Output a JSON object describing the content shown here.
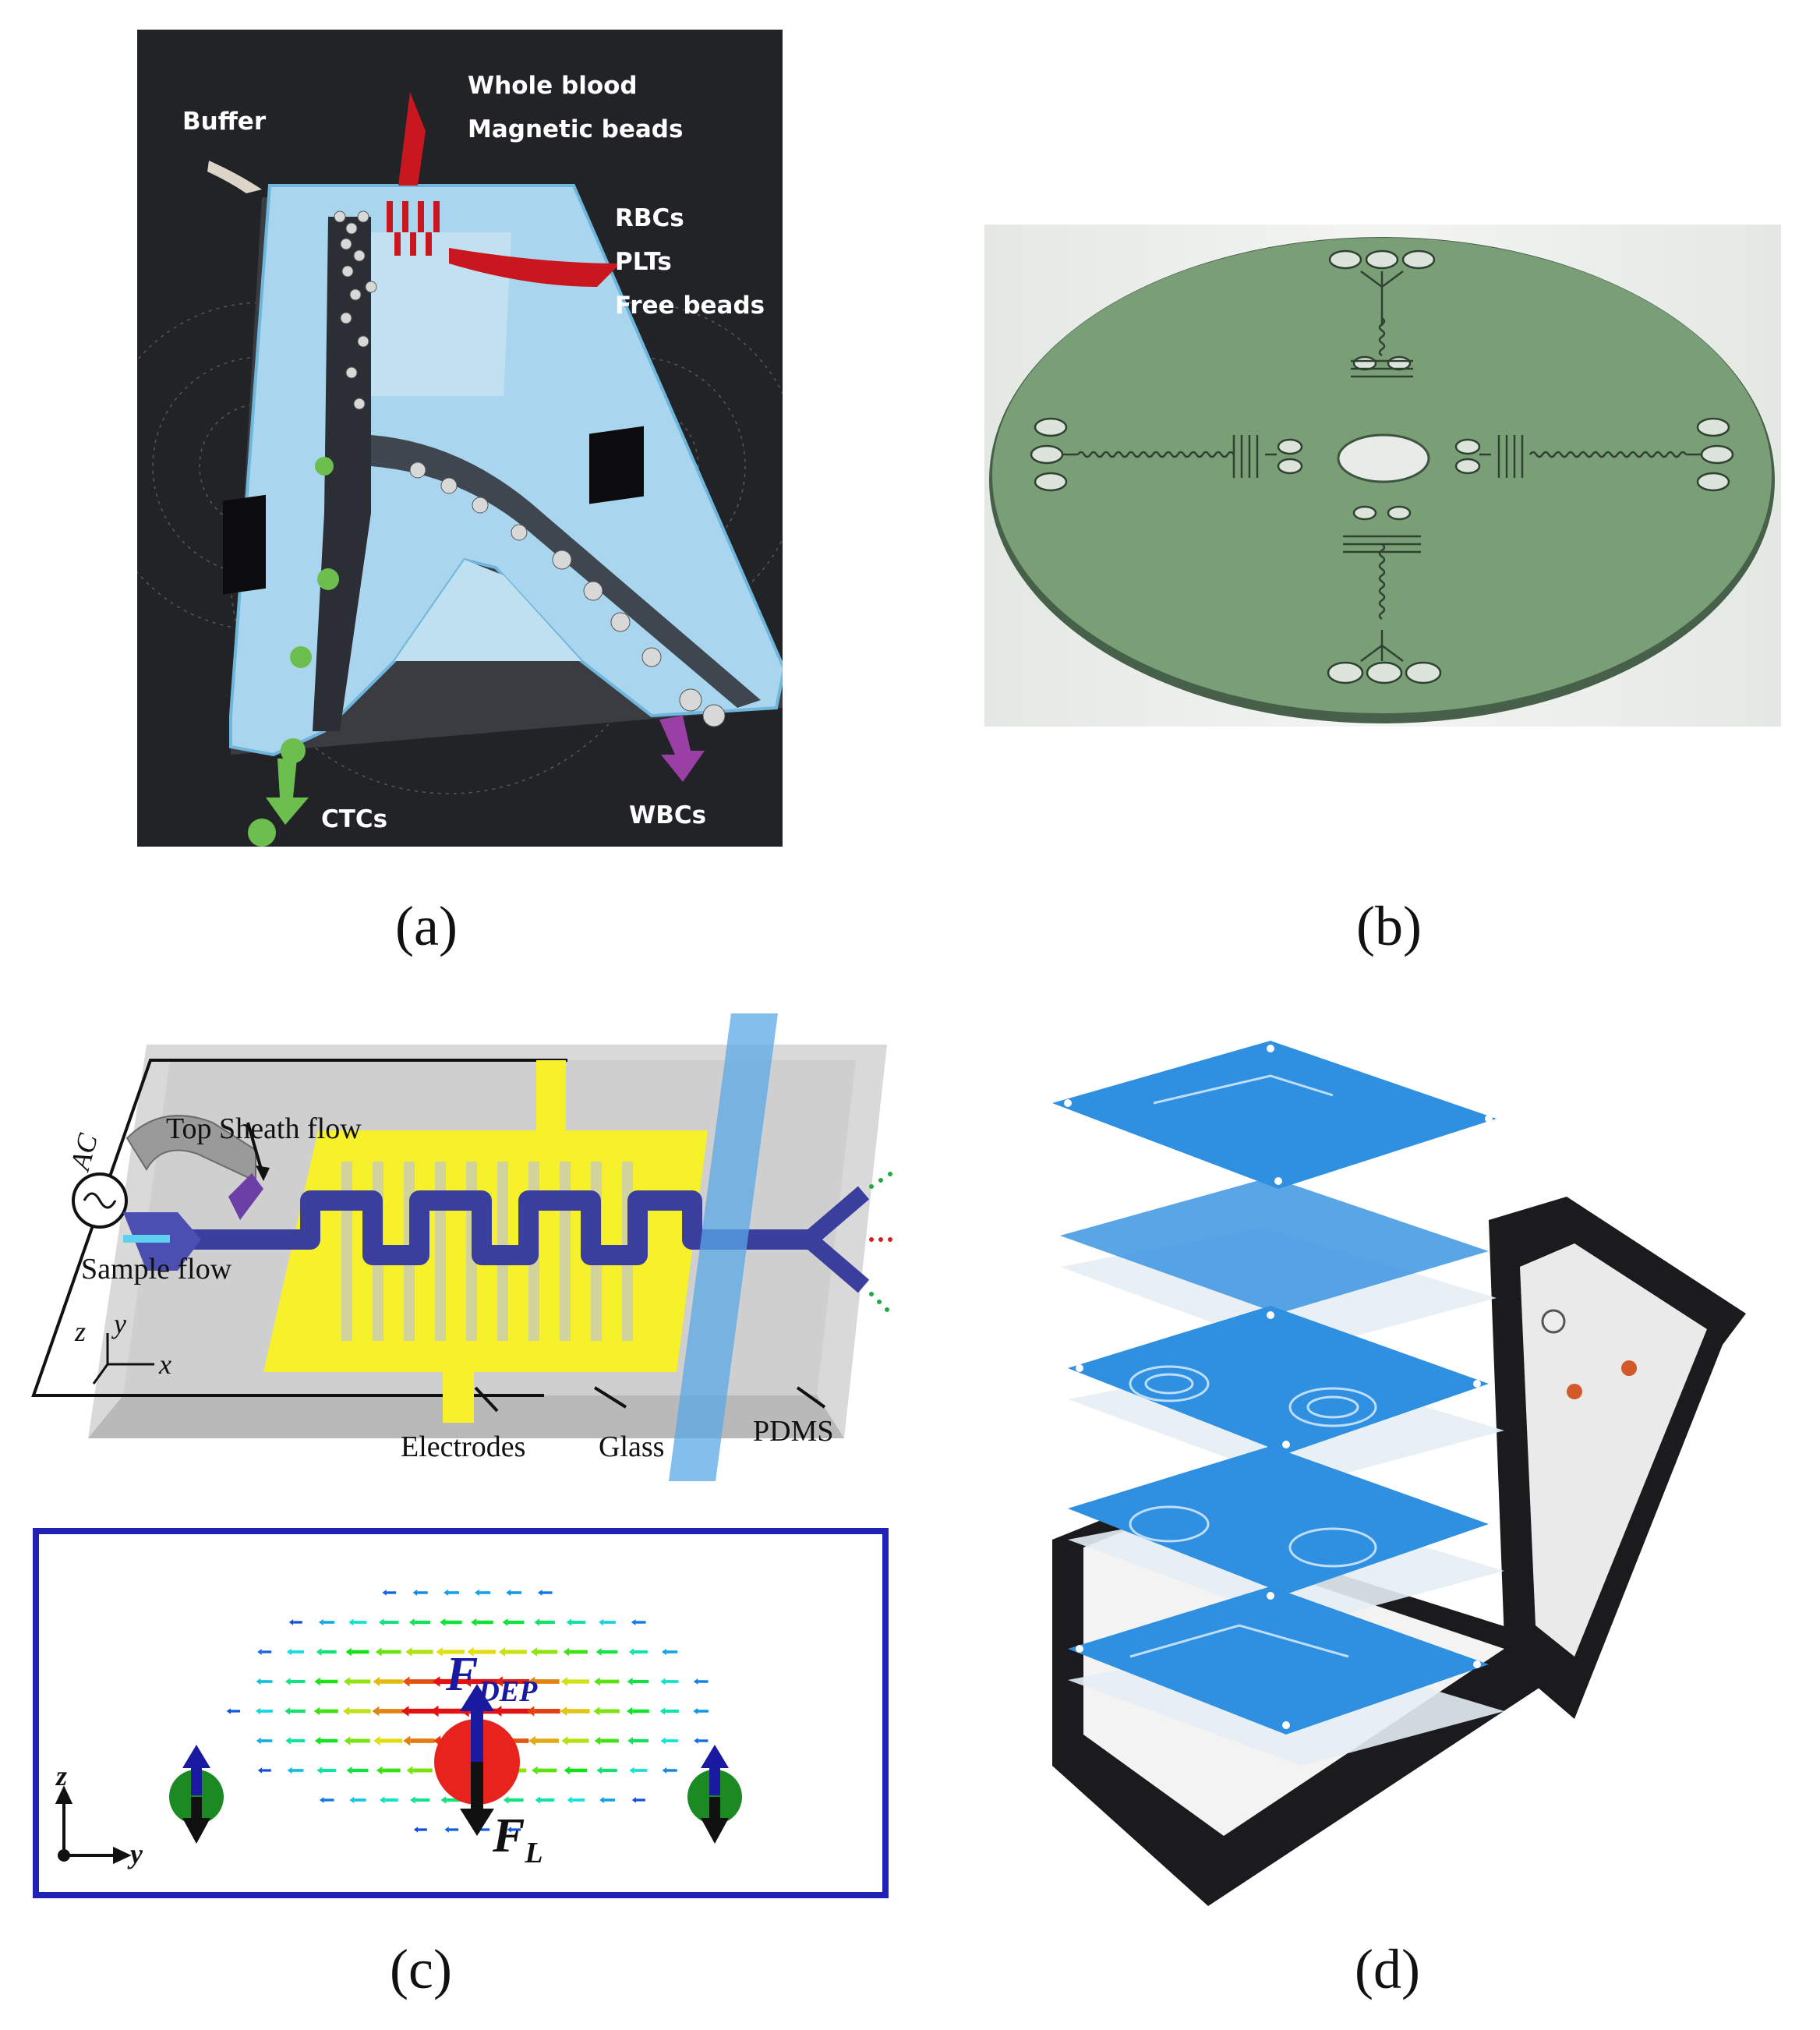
{
  "panels": {
    "a": {
      "caption": "(a)",
      "labels": {
        "buffer": "Buffer",
        "whole_blood": "Whole blood",
        "magnetic_beads": "Magnetic beads",
        "rbcs": "RBCs",
        "plts": "PLTs",
        "free_beads": "Free beads",
        "ctcs": "CTCs",
        "wbcs": "WBCs"
      },
      "colors": {
        "background": "#222326",
        "channel": "#a9d6ee",
        "channel_edge": "#6fb6dc",
        "inlet_red": "#c8171e",
        "outlet_green": "#6cbf4f",
        "outlet_purple": "#9a3fa6"
      }
    },
    "b": {
      "caption": "(b)",
      "colors": {
        "disc": "#7a9e76",
        "disc_edge": "#46604a",
        "background": "#e9ece9"
      }
    },
    "c": {
      "caption": "(c)",
      "labels": {
        "ac": "AC",
        "top_sheath_flow": "Top Sheath flow",
        "sample_flow": "Sample flow",
        "electrodes": "Electrodes",
        "glass": "Glass",
        "pdms": "PDMS",
        "axis_x": "x",
        "axis_y": "y",
        "axis_z": "z",
        "force_dep": "F",
        "force_dep_sub": "DEP",
        "force_l": "F",
        "force_l_sub": "L",
        "axis2_z": "z",
        "axis2_y": "y"
      },
      "colors": {
        "electrode": "#f6f12a",
        "channel": "#3a3f9e",
        "glass": "#c9c9c9",
        "frame": "#1f22b5",
        "particle_big": "#e8231d",
        "particle_small": "#1c8a22",
        "arrow_up": "#1a1aa0",
        "arrow_down": "#111111"
      }
    },
    "d": {
      "caption": "(d)",
      "colors": {
        "layer_blue": "#2f8fe0",
        "layer_light": "#e6eef5",
        "frame": "#1b1b1e"
      }
    }
  }
}
